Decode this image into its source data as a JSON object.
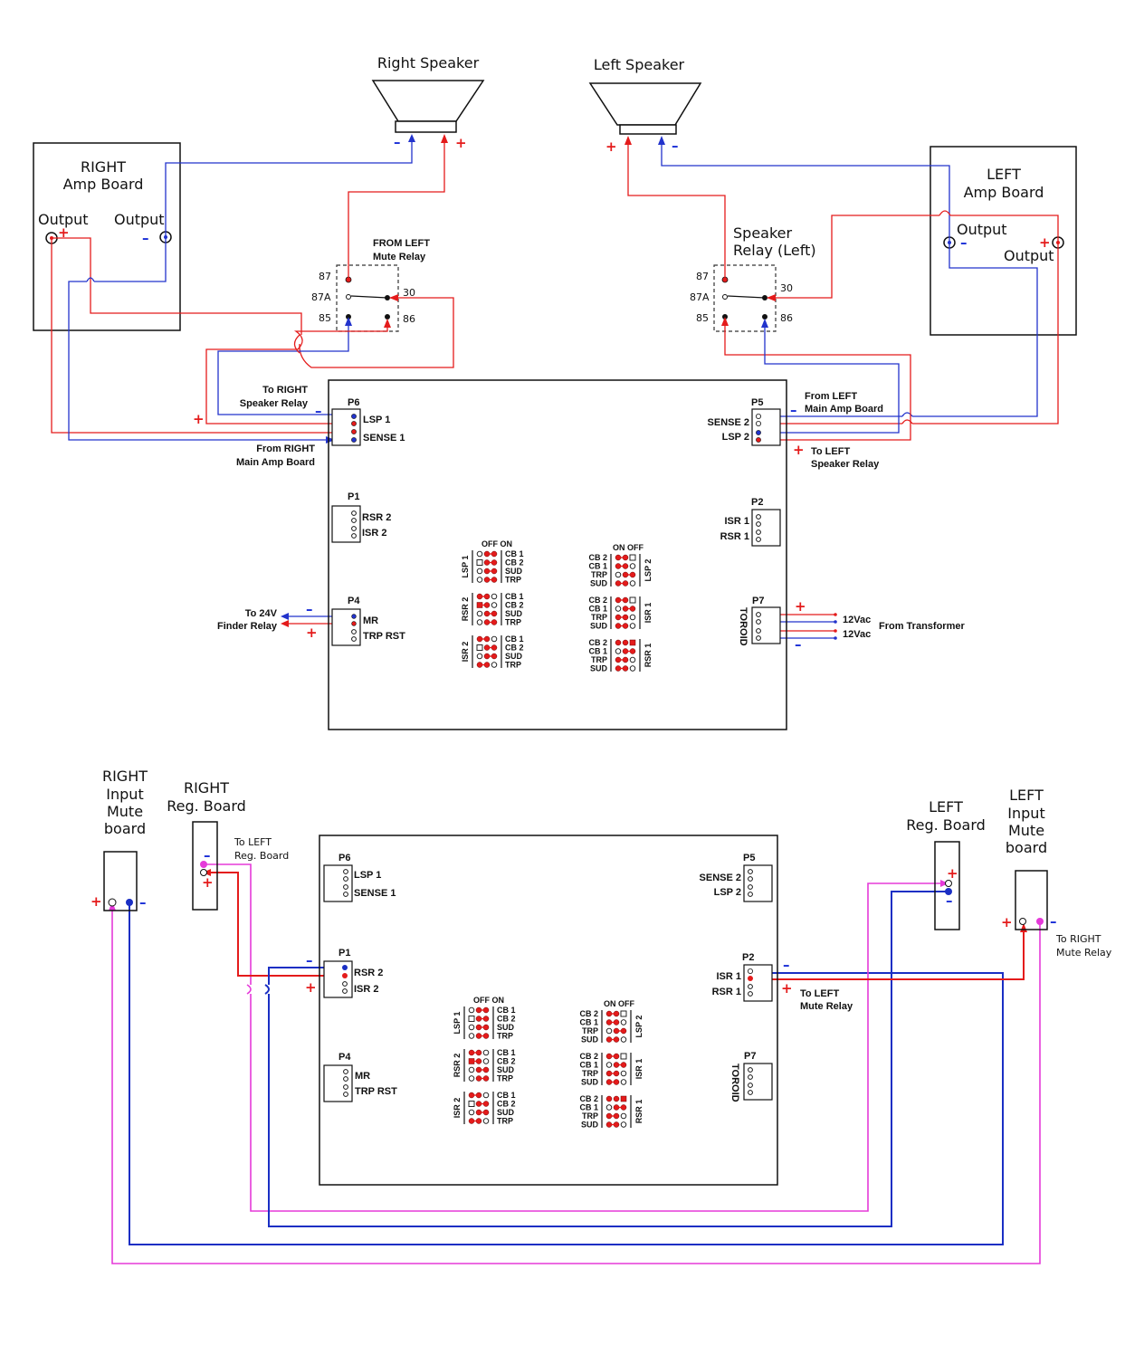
{
  "labels": {
    "right_speaker": "Right Speaker",
    "left_speaker": "Left Speaker",
    "right_amp_line1": "RIGHT",
    "right_amp_line2": "Amp Board",
    "left_amp_line1": "LEFT",
    "left_amp_line2": "Amp Board",
    "output": "Output",
    "from_left_mute_relay_1": "FROM LEFT",
    "from_left_mute_relay_2": "Mute Relay",
    "speaker_relay_left_1": "Speaker",
    "speaker_relay_left_2": "Relay (Left)",
    "pin_87": "87",
    "pin_87a": "87A",
    "pin_85": "85",
    "pin_30": "30",
    "pin_86": "86",
    "to_right_speaker_relay_1": "To RIGHT",
    "to_right_speaker_relay_2": "Speaker Relay",
    "from_right_main_amp_1": "From RIGHT",
    "from_right_main_amp_2": "Main Amp Board",
    "from_left_main_amp_1": "From LEFT",
    "from_left_main_amp_2": "Main Amp Board",
    "to_left_speaker_relay_1": "To LEFT",
    "to_left_speaker_relay_2": "Speaker Relay",
    "to_24v_1": "To 24V",
    "to_24v_2": "Finder Relay",
    "vac_12": "12Vac",
    "from_transformer": "From Transformer",
    "right_input_mute_1": "RIGHT",
    "right_input_mute_2": "Input",
    "right_input_mute_3": "Mute",
    "right_input_mute_4": "board",
    "right_reg_1": "RIGHT",
    "right_reg_2": "Reg. Board",
    "to_left_reg_1": "To LEFT",
    "to_left_reg_2": "Reg. Board",
    "left_reg_1": "LEFT",
    "left_reg_2": "Reg. Board",
    "left_input_mute_1": "LEFT",
    "left_input_mute_2": "Input",
    "left_input_mute_3": "Mute",
    "left_input_mute_4": "board",
    "to_right_mute_1": "To RIGHT",
    "to_right_mute_2": "Mute Relay",
    "to_left_mute_1": "To LEFT",
    "to_left_mute_2": "Mute Relay",
    "plus": "+",
    "minus": "–"
  },
  "connectors": {
    "p6": "P6",
    "p5": "P5",
    "p1": "P1",
    "p2": "P2",
    "p4": "P4",
    "p7": "P7",
    "lsp1": "LSP 1",
    "sense1": "SENSE 1",
    "sense2": "SENSE 2",
    "lsp2": "LSP 2",
    "rsr2": "RSR 2",
    "isr2": "ISR 2",
    "isr1": "ISR 1",
    "rsr1": "RSR 1",
    "mr": "MR",
    "trp_rst": "TRP RST",
    "toroid": "TOROID"
  },
  "switches": {
    "off_on": "OFF ON",
    "on_off": "ON OFF",
    "left_groups": [
      {
        "name": "LSP 1",
        "items": [
          "CB 1",
          "CB 2",
          "SUD",
          "TRP"
        ]
      },
      {
        "name": "RSR 2",
        "items": [
          "CB 1",
          "CB 2",
          "SUD",
          "TRP"
        ]
      },
      {
        "name": "ISR 2",
        "items": [
          "CB 1",
          "CB 2",
          "SUD",
          "TRP"
        ]
      }
    ],
    "right_groups": [
      {
        "name": "LSP 2",
        "items": [
          "CB 2",
          "CB 1",
          "TRP",
          "SUD"
        ]
      },
      {
        "name": "ISR 1",
        "items": [
          "CB 2",
          "CB 1",
          "TRP",
          "SUD"
        ]
      },
      {
        "name": "RSR 1",
        "items": [
          "CB 2",
          "CB 1",
          "TRP",
          "SUD"
        ]
      }
    ]
  },
  "colors": {
    "positive_wire": "#e41b1b",
    "negative_wire": "#2233cc",
    "mute_wire": "#e53ad9"
  }
}
